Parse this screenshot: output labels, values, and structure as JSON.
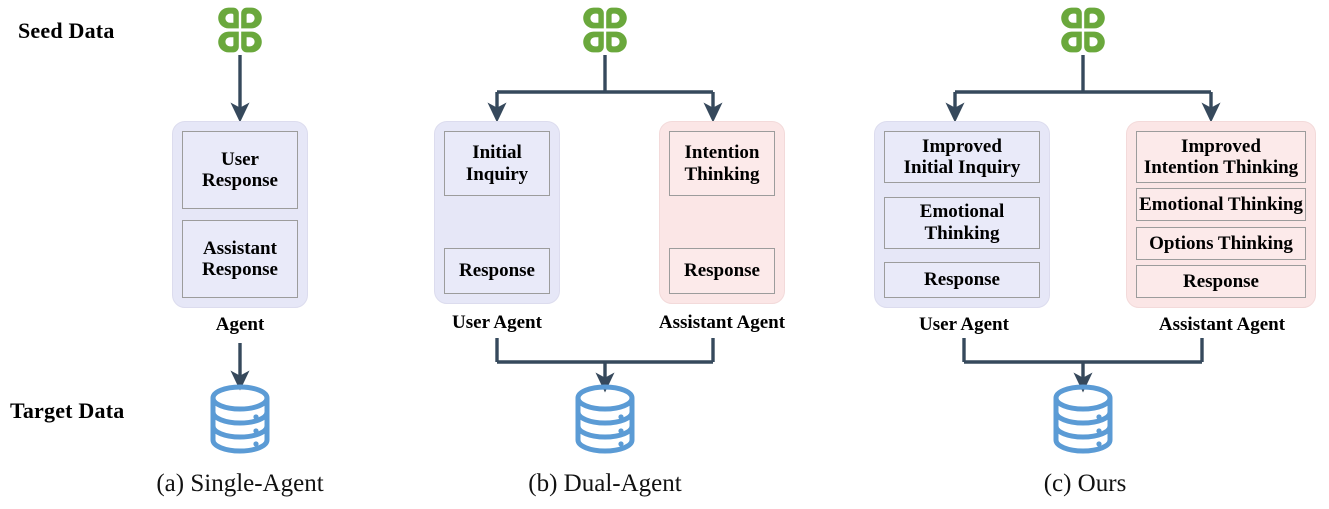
{
  "figure": {
    "row_labels": {
      "seed": "Seed Data",
      "target": "Target Data"
    },
    "icons": {
      "seed": "clover-seed-icon",
      "target": "database-icon"
    },
    "colors": {
      "seed_green": "#6aa83c",
      "database_blue": "#5b9bd5",
      "arrow_slate": "#36495c",
      "user_panel_fill": "#e6e7f7",
      "user_slot_fill": "#e9eaf9",
      "assistant_panel_fill": "#fbe6e6",
      "assistant_slot_fill": "#fceaea",
      "slot_border": "#9c9c9c",
      "text": "#000000"
    }
  },
  "panels": [
    {
      "id": "single-agent",
      "caption": "(a) Single-Agent",
      "agents": [
        {
          "id": "agent",
          "role": "user",
          "caption": "Agent",
          "slots": [
            {
              "label": "User\nResponse"
            },
            {
              "label": "Assistant\nResponse"
            }
          ]
        }
      ]
    },
    {
      "id": "dual-agent",
      "caption": "(b) Dual-Agent",
      "agents": [
        {
          "id": "user-agent",
          "role": "user",
          "caption": "User Agent",
          "slots": [
            {
              "label": "Initial\nInquiry"
            },
            {
              "label": "Response"
            }
          ]
        },
        {
          "id": "assistant-agent",
          "role": "assistant",
          "caption": "Assistant Agent",
          "slots": [
            {
              "label": "Intention\nThinking"
            },
            {
              "label": "Response"
            }
          ]
        }
      ]
    },
    {
      "id": "ours",
      "caption": "(c) Ours",
      "agents": [
        {
          "id": "user-agent",
          "role": "user",
          "caption": "User Agent",
          "slots": [
            {
              "label": "Improved\nInitial Inquiry"
            },
            {
              "label": "Emotional\nThinking"
            },
            {
              "label": "Response"
            }
          ]
        },
        {
          "id": "assistant-agent",
          "role": "assistant",
          "caption": "Assistant Agent",
          "slots": [
            {
              "label": "Improved\nIntention Thinking"
            },
            {
              "label": "Emotional Thinking"
            },
            {
              "label": "Options Thinking"
            },
            {
              "label": "Response"
            }
          ]
        }
      ]
    }
  ]
}
